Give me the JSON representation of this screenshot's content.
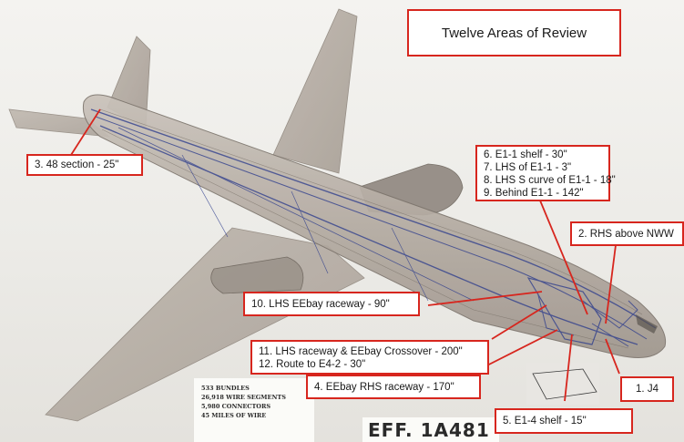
{
  "title": "Twelve Areas of Review",
  "callouts": {
    "section48": "3. 48 section - 25\"",
    "e1group": [
      "6. E1-1 shelf - 30\"",
      "7. LHS of E1-1 - 3\"",
      "8. LHS S curve of E1-1 - 18\"",
      "9. Behind E1-1 - 142\""
    ],
    "rhs_nww": "2. RHS above NWW",
    "lhs_eebay": "10. LHS EEbay raceway - 90\"",
    "crossover": [
      "11. LHS raceway & EEbay Crossover - 200\"",
      "12. Route to E4-2 - 30\""
    ],
    "eebay_rhs": "4. EEbay RHS raceway - 170\"",
    "j4": "1. J4",
    "e14": "5. E1-4 shelf - 15\""
  },
  "placard": [
    "533 BUNDLES",
    "26,918 WIRE SEGMENTS",
    "5,980 CONNECTORS",
    "45 MILES OF WIRE"
  ],
  "eff_sign": "EFF.  1A481",
  "colors": {
    "callout_border": "#d7261e",
    "leader_line": "#d7261e",
    "wiring": "#2a3a8c",
    "airframe": "#b8afa6"
  }
}
